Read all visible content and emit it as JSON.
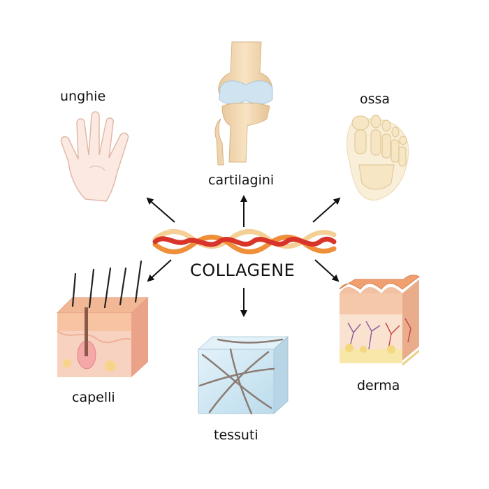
{
  "center": {
    "label": "COLLAGENE"
  },
  "items": [
    {
      "id": "unghie",
      "label": "unghie",
      "icon": "hand-icon"
    },
    {
      "id": "cartilagini",
      "label": "cartilagini",
      "icon": "knee-joint-icon"
    },
    {
      "id": "ossa",
      "label": "ossa",
      "icon": "foot-bones-icon"
    },
    {
      "id": "capelli",
      "label": "capelli",
      "icon": "hair-follicle-icon"
    },
    {
      "id": "tessuti",
      "label": "tessuti",
      "icon": "tissue-cube-icon"
    },
    {
      "id": "derma",
      "label": "derma",
      "icon": "skin-layers-icon"
    }
  ],
  "colors": {
    "strand_red": "#d8342a",
    "strand_orange": "#ef8f3a",
    "strand_cream": "#f4cf96",
    "skin": "#f6c2a9",
    "bone": "#f3dcb7",
    "cartilage": "#cfe3f1",
    "tissue": "#cde8f3"
  }
}
